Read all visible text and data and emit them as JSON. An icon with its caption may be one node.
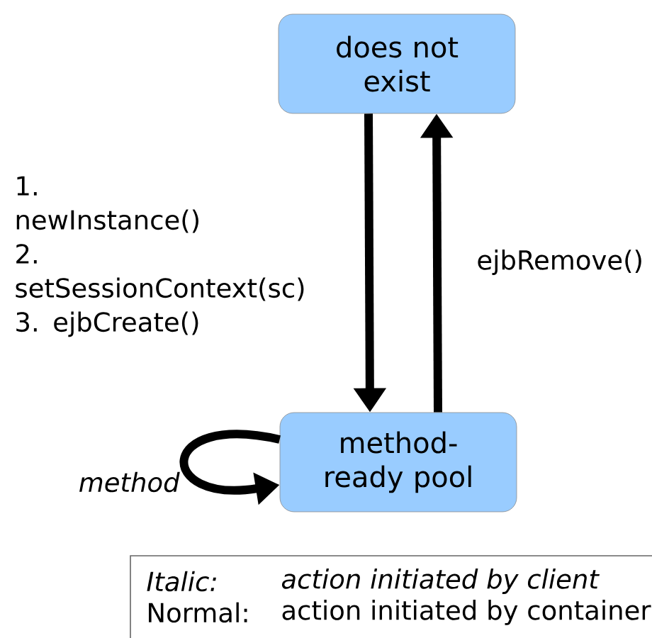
{
  "diagram": {
    "nodes": [
      {
        "text": [
          "does not exist"
        ]
      },
      {
        "text": [
          "method-ready pool"
        ]
      }
    ],
    "edges": [
      {
        "from": 0,
        "to": 1,
        "arrow": "to",
        "label": "1. newInstance() 2. setSessionContext(sc) 3. ejbCreate()"
      },
      {
        "from": 1,
        "to": 0,
        "arrow": "to",
        "label": "ejbRemove()"
      },
      {
        "from": 1,
        "to": 1,
        "arrow": "to",
        "label": "method"
      }
    ],
    "labels": [
      "Italic:",
      "action initiated by client",
      "Normal:",
      "action initiated by container"
    ]
  }
}
